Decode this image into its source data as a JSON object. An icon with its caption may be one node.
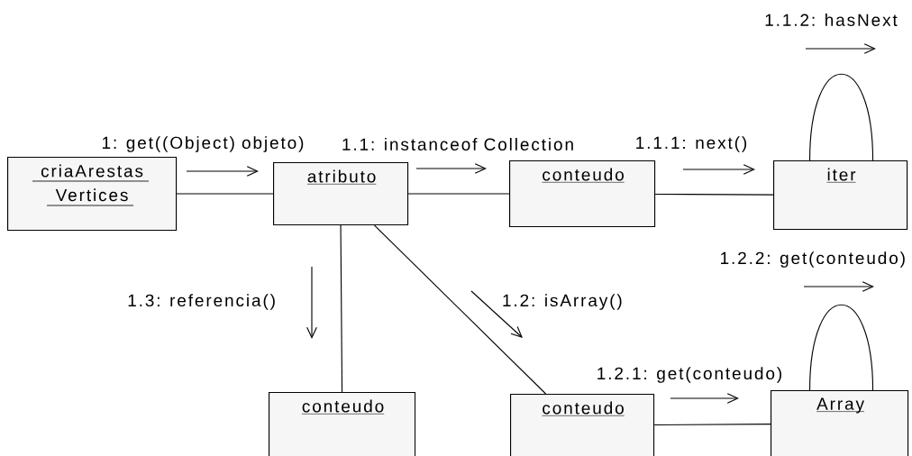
{
  "diagram": {
    "nodes": [
      {
        "text": [
          "criaArestas Vertices"
        ]
      },
      {
        "text": [
          "atributo"
        ]
      },
      {
        "text": [
          "conteudo"
        ]
      },
      {
        "text": [
          "iter"
        ]
      },
      {
        "text": [
          "conteudo"
        ]
      },
      {
        "text": [
          "conteudo"
        ]
      },
      {
        "text": [
          "Array"
        ]
      }
    ],
    "edges": [
      {
        "from": 0,
        "to": 1,
        "arrow": "none",
        "label": "1: get((Object) objeto)"
      },
      {
        "from": 1,
        "to": 2,
        "arrow": "none",
        "label": "1.1: instanceof Collection"
      },
      {
        "from": 2,
        "to": 3,
        "arrow": "none",
        "label": "1.1.1: next()"
      },
      {
        "from": 3,
        "to": 3,
        "arrow": "none",
        "label": "1.1.2: hasNext"
      },
      {
        "from": 1,
        "to": 5,
        "arrow": "none",
        "label": "1.2: isArray()"
      },
      {
        "from": 5,
        "to": 6,
        "arrow": "none",
        "label": "1.2.1: get(conteudo)"
      },
      {
        "from": 6,
        "to": 6,
        "arrow": "none",
        "label": "1.2.2: get(conteudo)"
      },
      {
        "from": 1,
        "to": 4,
        "arrow": "none",
        "label": "1.3: referencia()"
      }
    ]
  }
}
